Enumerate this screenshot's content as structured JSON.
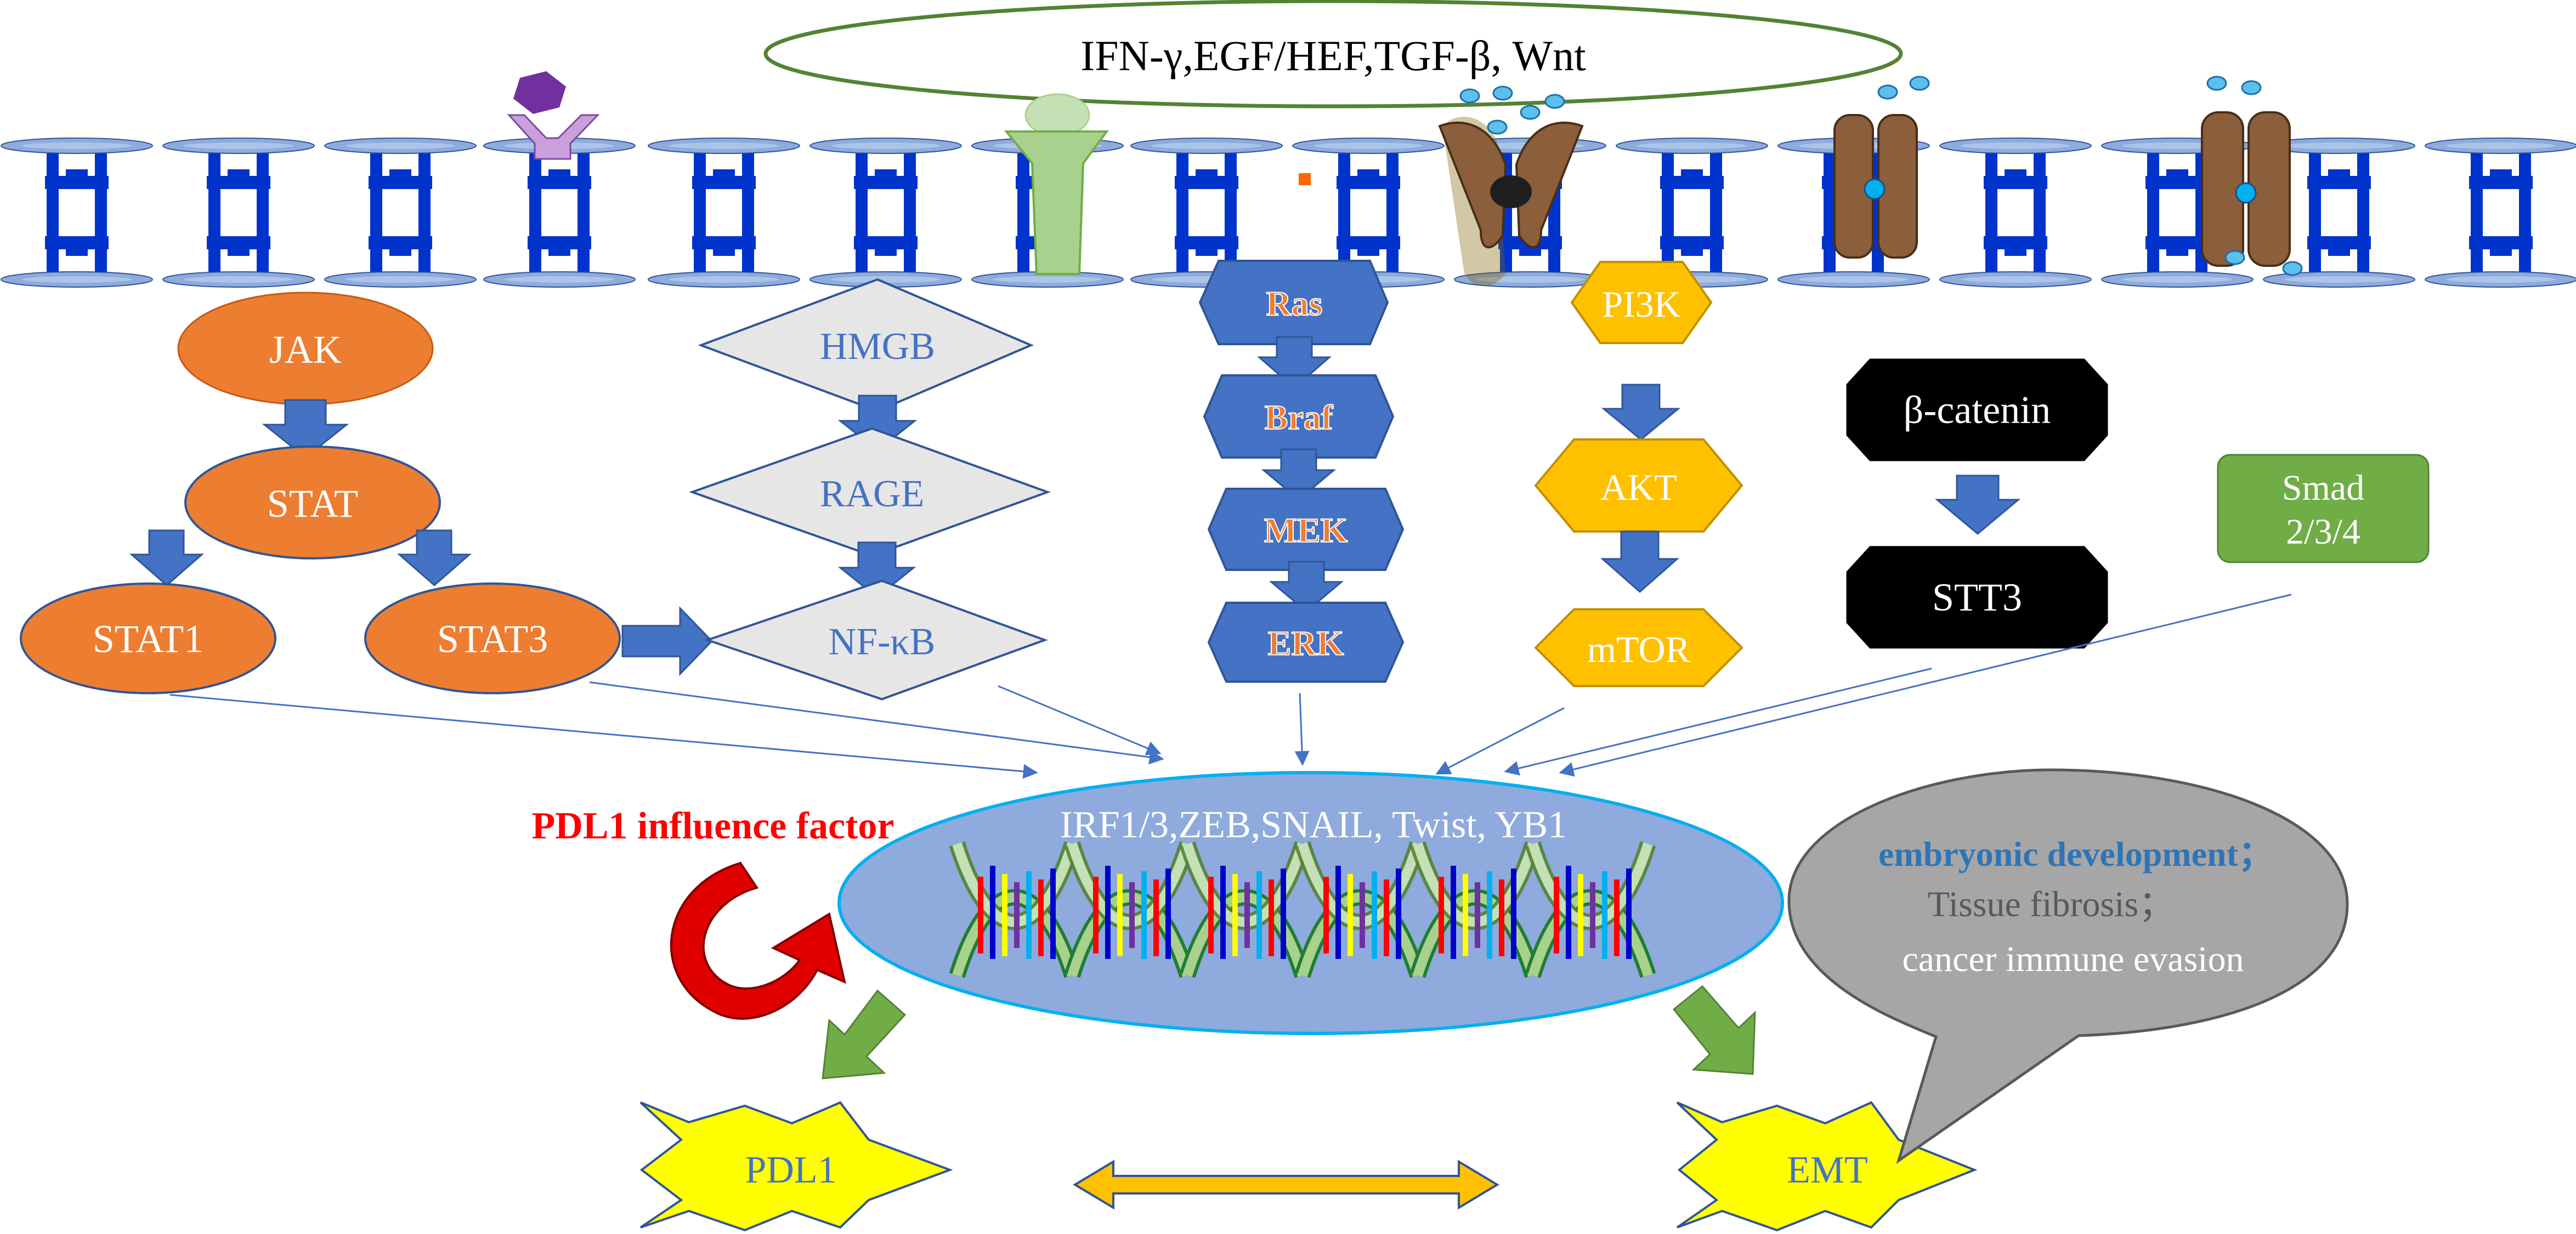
{
  "signals": {
    "text": "IFN-γ,EGF/HEF,TGF-β,   Wnt"
  },
  "jak_pathway": {
    "jak": "JAK",
    "stat": "STAT",
    "stat1": "STAT1",
    "stat3": "STAT3"
  },
  "hmgb_pathway": {
    "hmgb": "HMGB",
    "rage": "RAGE",
    "nfkb": "NF-κB"
  },
  "ras_pathway": {
    "ras": "Ras",
    "braf": "Braf",
    "mek": "MEK",
    "erk": "ERK"
  },
  "pi3k_pathway": {
    "pi3k": "PI3K",
    "akt": "AKT",
    "mtor": "mTOR"
  },
  "wnt_pathway": {
    "beta_catenin": "β-catenin",
    "stt3": "STT3"
  },
  "smad": {
    "line1": "Smad",
    "line2": "2/3/4"
  },
  "nucleus": {
    "factors": "IRF1/3,ZEB,SNAIL,   Twist,   YB1"
  },
  "influence": {
    "label": "PDL1 influence factor"
  },
  "outputs": {
    "pdl1": "PDL1",
    "emt": "EMT"
  },
  "speech": {
    "line1": "embryonic development；",
    "line2": "Tissue fibrosis；",
    "line3": "cancer immune evasion"
  },
  "colors": {
    "jak_orange": "#ED7D31",
    "hmgb_fill": "#E7E6E6",
    "ras_blue": "#4472C4",
    "pi3k_gold": "#FFC000",
    "smad_green": "#70AD47",
    "nucleus_blue": "#8FAADC",
    "title_red": "#FF0000",
    "speech_blue": "#2E75B6",
    "speech_gray": "#A6A6A6",
    "output_yellow": "#FFFF00"
  }
}
